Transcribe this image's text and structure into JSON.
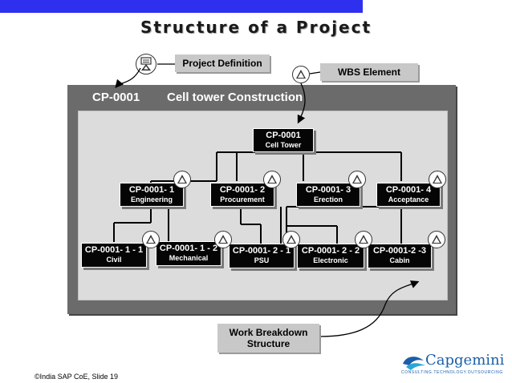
{
  "title": "Structure of a Project",
  "callouts": {
    "project_definition": "Project Definition",
    "wbs_element": "WBS Element",
    "wbs_structure_line1": "Work Breakdown",
    "wbs_structure_line2": "Structure"
  },
  "project": {
    "code": "CP-0001",
    "name": "Cell tower Construction"
  },
  "nodes": {
    "root": {
      "code": "CP-0001",
      "desc": "Cell Tower"
    },
    "n1": {
      "code": "CP-0001- 1",
      "desc": "Engineering"
    },
    "n2": {
      "code": "CP-0001- 2",
      "desc": "Procurement"
    },
    "n3": {
      "code": "CP-0001- 3",
      "desc": "Erection"
    },
    "n4": {
      "code": "CP-0001- 4",
      "desc": "Acceptance"
    },
    "n11": {
      "code": "CP-0001- 1 - 1",
      "desc": "Civil"
    },
    "n12": {
      "code": "CP-0001- 1 - 2",
      "desc": "Mechanical"
    },
    "n21": {
      "code": "CP-0001- 2 - 1",
      "desc": "PSU"
    },
    "n22": {
      "code": "CP-0001- 2 - 2",
      "desc": "Electronic"
    },
    "n23": {
      "code": "CP-0001-2 -3",
      "desc": "Cabin"
    }
  },
  "footer": "©India SAP CoE, Slide 19",
  "logo": {
    "name": "Capgemini",
    "tagline": "CONSULTING.TECHNOLOGY.OUTSOURCING"
  },
  "colors": {
    "topbar": "#2f2ff0",
    "frame": "#6b6b6b",
    "panel": "#dcdcdc",
    "node": "#050505",
    "callout": "#c8c8c8"
  }
}
